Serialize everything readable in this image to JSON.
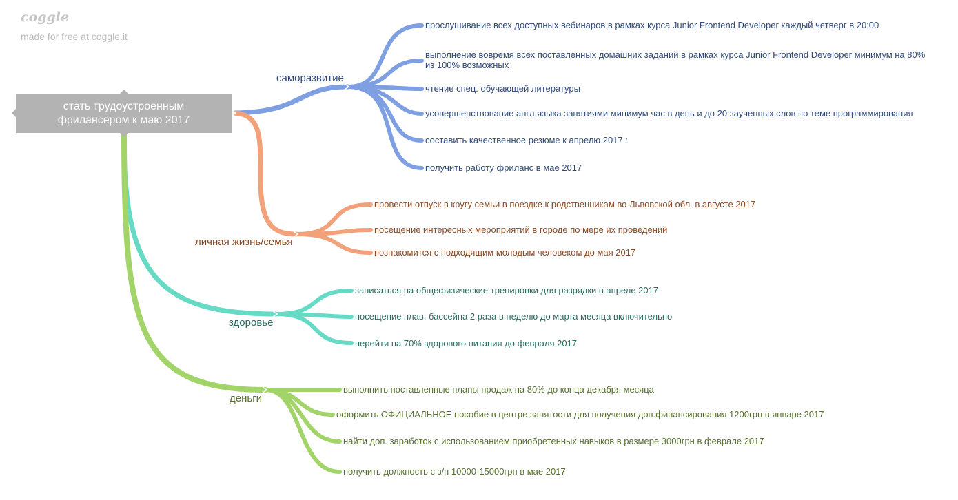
{
  "brand": {
    "logo": "coggle",
    "tagline": "made for free at coggle.it"
  },
  "root": {
    "title": "стать трудоустроенным фрилансером к маю 2017"
  },
  "colors": {
    "blue": "#7f9fe3",
    "orange": "#f1a27a",
    "teal": "#66dac4",
    "green": "#a3d46a",
    "root_bg": "#b3b3b3"
  },
  "branches": [
    {
      "label": "саморазвитие",
      "text_color": "#2e4a7a",
      "children": [
        "прослушивание всех доступных вебинаров в рамках курса Junior Frontend Developer каждый четверг в 20:00",
        "выполнение вовремя всех поставленных домашних заданий в рамках курса Junior Frontend Developer минимум на 80% из 100% возможных",
        "чтение спец. обучающей литературы",
        "усовершенствование англ.языка занятиями минимум час в день и до 20 заученных слов по теме программирования",
        "составить качественное резюме к апрелю 2017 :",
        "получить работу фриланс в мае 2017"
      ]
    },
    {
      "label": "личная жизнь/семья",
      "text_color": "#8a4a25",
      "children": [
        "провести отпуск в кругу семьи в поездке к родственникам во Львовской обл. в августе 2017",
        "посещение интересных мероприятий в городе по мере их проведений",
        "познакомится с подходящим молодым человеком до мая 2017"
      ]
    },
    {
      "label": "здоровье",
      "text_color": "#2a6b5d",
      "children": [
        "записаться на общефизические тренировки для разрядки в апреле 2017",
        "посещение плав. бассейна 2 раза в неделю до марта месяца включительно",
        "перейти на 70% здорового питания до февраля 2017"
      ]
    },
    {
      "label": "деньги",
      "text_color": "#55702f",
      "children": [
        "выполнить поставленные планы продаж на 80% до конца декабря месяца",
        "оформить ОФИЦИАЛЬНОЕ пособие в центре занятости для получения доп.финансирования 1200грн в январе 2017",
        "найти доп. заработок с использованием приобретенных навыков в размере 3000грн в феврале 2017",
        "получить должность с з/п 10000-15000грн в мае 2017"
      ]
    }
  ]
}
